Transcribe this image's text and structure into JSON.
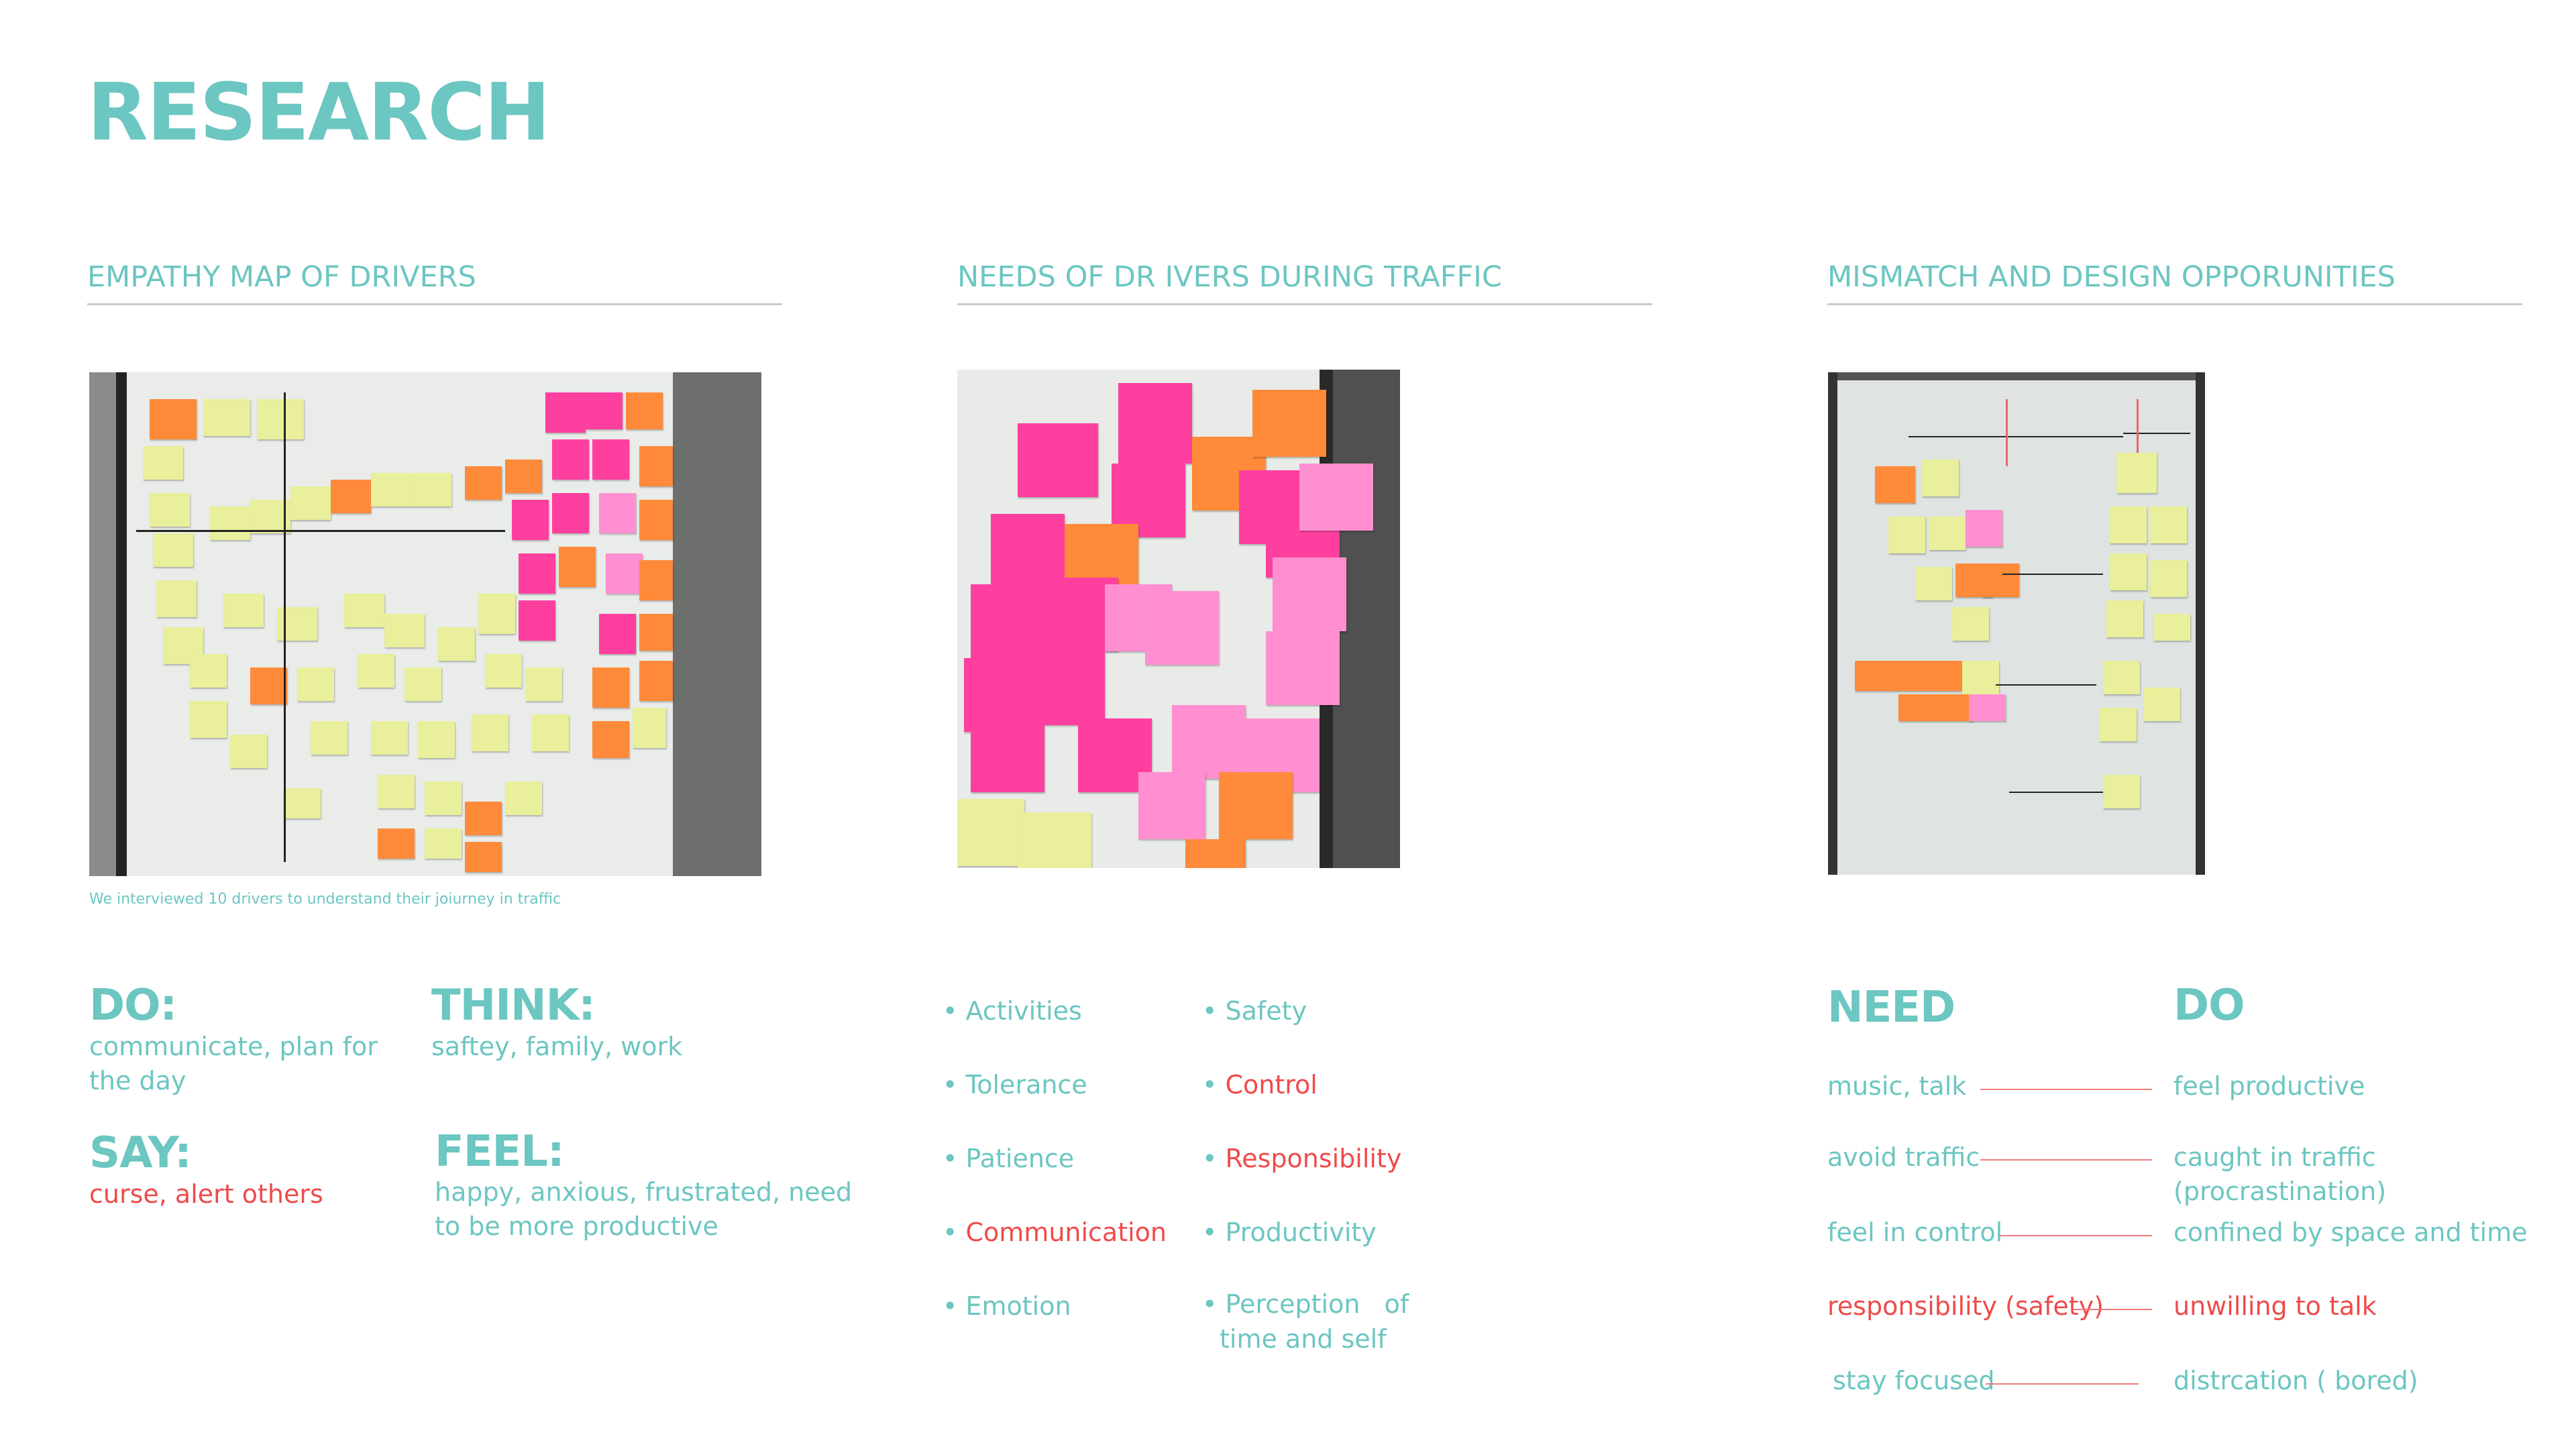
{
  "title": "RESEARCH",
  "sections": {
    "empathy": {
      "heading": "EMPATHY MAP OF DRIVERS",
      "caption": "We interviewed 10 drivers to understand their joiurney in traffic",
      "do_label": "DO:",
      "do_text_1": "communicate, plan for",
      "do_text_2": "the day",
      "think_label": "THINK:",
      "think_text": "saftey, family, work",
      "say_label": "SAY:",
      "say_text": "curse, alert others",
      "feel_label": "FEEL:",
      "feel_text_1": "happy, anxious, frustrated, need",
      "feel_text_2": "to be more productive"
    },
    "needs": {
      "heading": "NEEDS OF DR IVERS DURING TRAFFIC",
      "left_items": [
        "Activities",
        "Tolerance",
        "Patience",
        "Communication",
        "Emotion"
      ],
      "right_items": [
        "Safety",
        "Control",
        "Responsibility",
        "Productivity",
        "Perception   of"
      ],
      "right_item_5_line2": "time and self",
      "highlighted": [
        "Communication",
        "Control",
        "Responsibility"
      ]
    },
    "mismatch": {
      "heading": "MISMATCH AND DESIGN OPPORUNITIES",
      "need_label": "NEED",
      "do_label": "DO",
      "pairs": [
        {
          "need": "music, talk",
          "do": "feel productive",
          "highlight": false
        },
        {
          "need": "avoid traffic",
          "do": "caught in traffic (procrastination)",
          "highlight": false
        },
        {
          "need": "feel in control",
          "do": "confined by space and time",
          "highlight": false
        },
        {
          "need": "responsibility (safety)",
          "do": "unwilling to talk",
          "highlight": true
        },
        {
          "need": "stay focused",
          "do": "distrcation ( bored)",
          "highlight": false
        }
      ]
    }
  },
  "colors": {
    "teal": "#6cc6c1",
    "red": "#ef4b4b",
    "rule": "#c9cbcc",
    "sticky_yellow": "#e9ef9a",
    "sticky_orange": "#ff8a3a",
    "sticky_pink": "#ff3fa0",
    "sticky_lightpink": "#ff8fd0"
  }
}
